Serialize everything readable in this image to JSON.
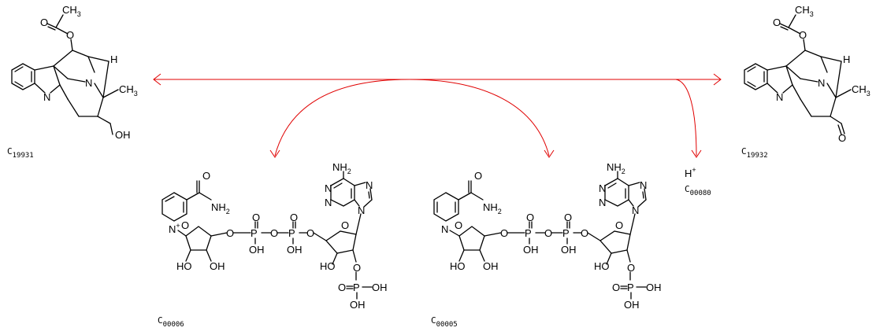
{
  "compounds": {
    "c19931": {
      "id": "C19931",
      "labels": {
        "ch3_top": "CH3",
        "methyl": "CH3",
        "h": "H",
        "n_ring": "N",
        "n_bridge": "N",
        "oh": "OH"
      }
    },
    "c19932": {
      "id": "C19932",
      "labels": {
        "ch3_top": "CH3",
        "methyl": "CH3",
        "h": "H",
        "n_ring": "N",
        "n_bridge": "N"
      }
    },
    "c00080": {
      "id": "C00080",
      "formula": "H+"
    },
    "c00006": {
      "id": "C00006",
      "labels": {
        "nh2_amide": "NH2",
        "n_plus": "N+",
        "nh2_adenine": "NH2",
        "oh_ribose_a": "HO",
        "oh_ribose_b": "OH",
        "oh_ribose_c": "HO",
        "p_oh1": "OH",
        "p_oh2": "OH",
        "phos_oh1": "OH",
        "phos_oh2": "OH"
      }
    },
    "c00005": {
      "id": "C00005",
      "labels": {
        "nh2_amide": "NH2",
        "n_dihydro": "N",
        "nh2_adenine": "NH2",
        "oh_ribose_a": "HO",
        "oh_ribose_b": "OH",
        "oh_ribose_c": "HO",
        "p_oh1": "OH",
        "p_oh2": "OH",
        "phos_oh1": "OH",
        "phos_oh2": "OH"
      }
    }
  },
  "colors": {
    "arrow": "#e00000",
    "structure": "#000000",
    "background": "#ffffff"
  },
  "arrows": [
    {
      "name": "main-reaction",
      "from": "C19931",
      "to": "C19932"
    },
    {
      "name": "cofactor-in",
      "from": "C00006",
      "to": "C00005"
    },
    {
      "name": "proton-out",
      "to": "C00080"
    }
  ]
}
